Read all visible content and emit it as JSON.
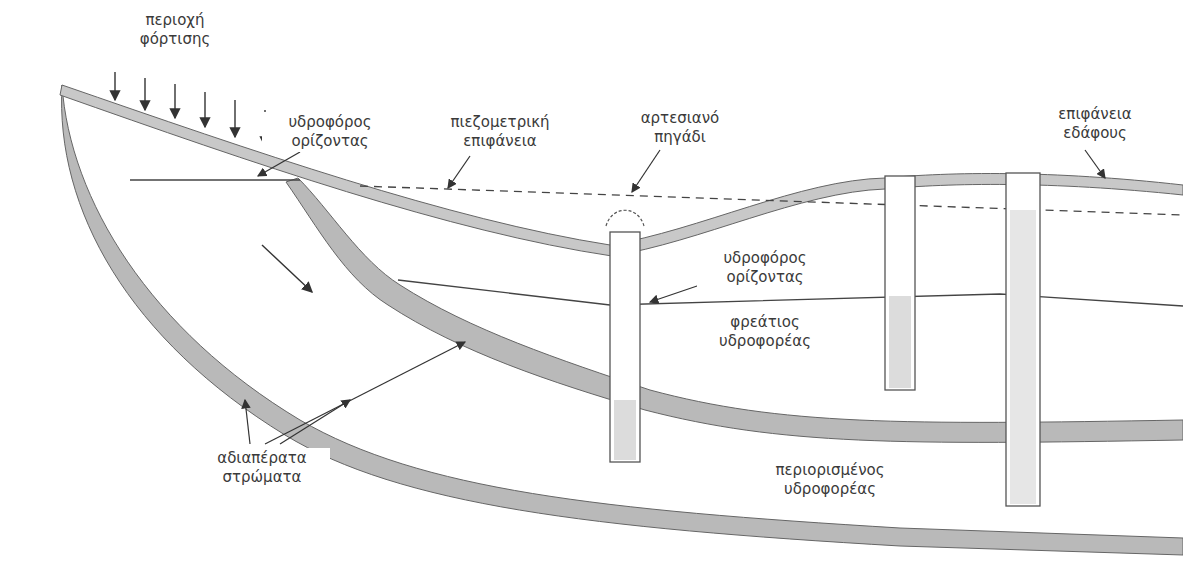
{
  "diagram": {
    "labels": [
      "περιοχή φόρτισης",
      "υδροφόρος ορίζοντας",
      "πιεζομετρική επιφάνεια",
      "αρτεσιανό πηγάδι",
      "επιφάνεια εδάφους",
      "υδροφόρος ορίζοντας",
      "φρεάτιος υδροφορέας",
      "αδιαπέρατα στρώματα",
      "περιορισμένος υδροφορέας"
    ]
  }
}
